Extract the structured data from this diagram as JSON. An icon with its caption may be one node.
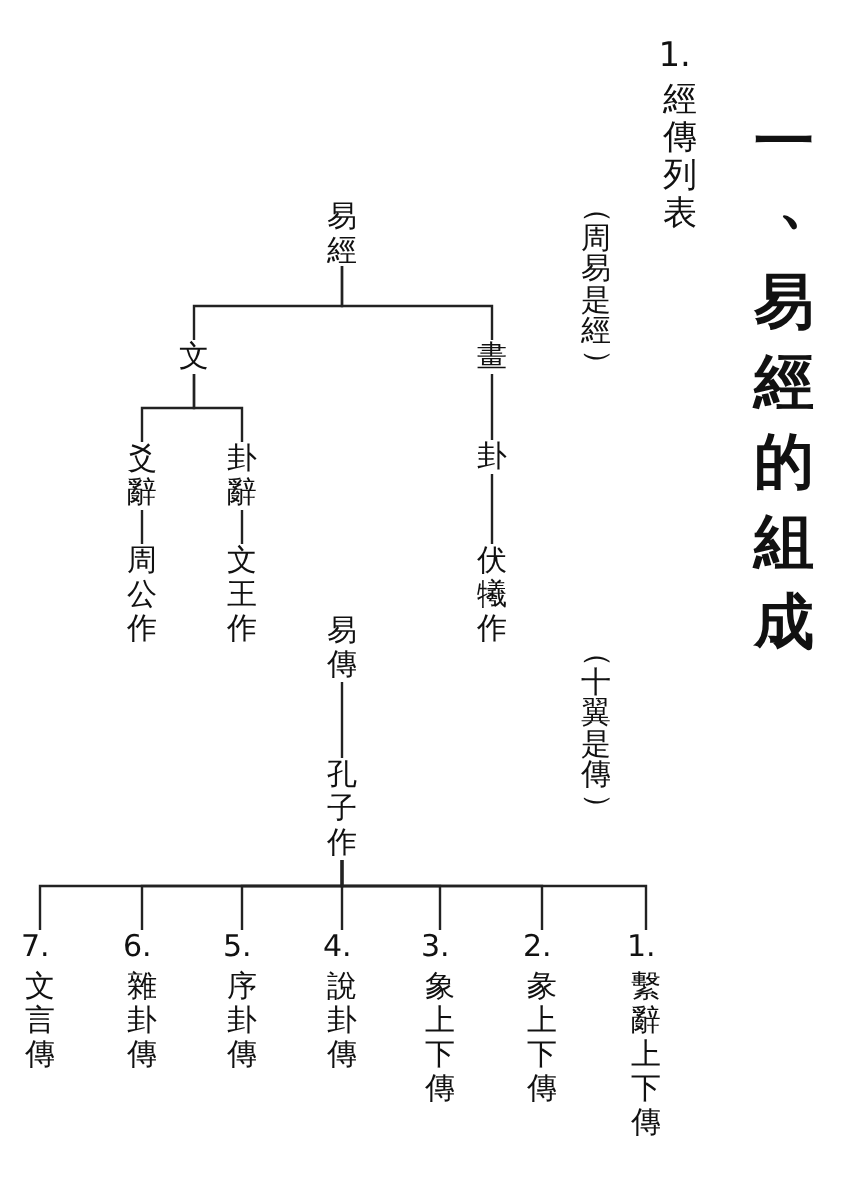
{
  "diagram": {
    "title": "一、易經的組成",
    "nodes": [
      {
        "text": [
          "易經"
        ]
      },
      {
        "text": [
          "文"
        ]
      },
      {
        "text": [
          "畫"
        ]
      },
      {
        "text": [
          "爻辭"
        ]
      },
      {
        "text": [
          "卦辭"
        ]
      },
      {
        "text": [
          "周公作"
        ]
      },
      {
        "text": [
          "文王作"
        ]
      },
      {
        "text": [
          "卦"
        ]
      },
      {
        "text": [
          "伏犧作"
        ]
      },
      {
        "text": [
          "易傳"
        ]
      },
      {
        "text": [
          "孔子作"
        ]
      },
      {
        "text": [
          "7. 文言傳"
        ]
      },
      {
        "text": [
          "6. 雜卦傳"
        ]
      },
      {
        "text": [
          "5. 序卦傳"
        ]
      },
      {
        "text": [
          "4. 說卦傳"
        ]
      },
      {
        "text": [
          "3. 象上下傳"
        ]
      },
      {
        "text": [
          "2. 彖上下傳"
        ]
      },
      {
        "text": [
          "1. 繫辭上下傳"
        ]
      }
    ],
    "edges": [
      {
        "from": 0,
        "to": 1,
        "arrow": "none"
      },
      {
        "from": 0,
        "to": 2,
        "arrow": "none"
      },
      {
        "from": 1,
        "to": 3,
        "arrow": "none"
      },
      {
        "from": 1,
        "to": 4,
        "arrow": "none"
      },
      {
        "from": 3,
        "to": 5,
        "arrow": "none"
      },
      {
        "from": 4,
        "to": 6,
        "arrow": "none"
      },
      {
        "from": 2,
        "to": 7,
        "arrow": "none"
      },
      {
        "from": 7,
        "to": 8,
        "arrow": "none"
      },
      {
        "from": 9,
        "to": 10,
        "arrow": "none"
      },
      {
        "from": 10,
        "to": 11,
        "arrow": "none"
      },
      {
        "from": 10,
        "to": 12,
        "arrow": "none"
      },
      {
        "from": 10,
        "to": 13,
        "arrow": "none"
      },
      {
        "from": 10,
        "to": 14,
        "arrow": "none"
      },
      {
        "from": 10,
        "to": 15,
        "arrow": "none"
      },
      {
        "from": 10,
        "to": 16,
        "arrow": "none"
      },
      {
        "from": 10,
        "to": 17,
        "arrow": "none"
      }
    ],
    "labels": [
      "1. 經傳列表",
      "（周易是經）",
      "（十翼是傳）"
    ]
  }
}
